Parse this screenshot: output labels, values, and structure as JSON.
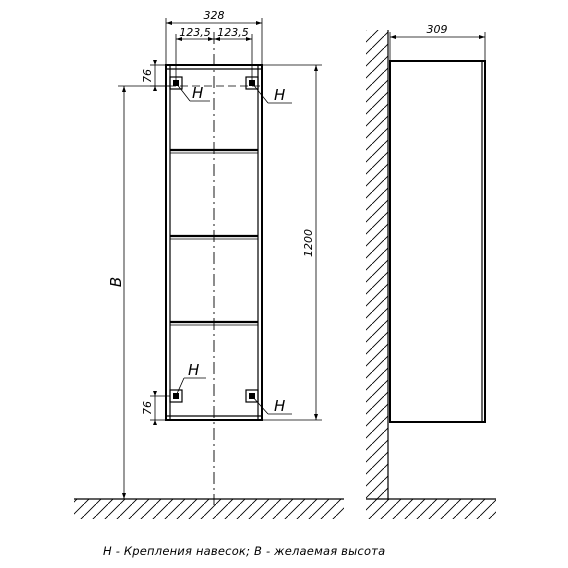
{
  "dimensions": {
    "overall_width": "328",
    "half_left": "123,5",
    "half_right": "123,5",
    "height": "1200",
    "mount_offset_top": "76",
    "mount_offset_bottom": "76",
    "variable_height": "B",
    "depth": "309"
  },
  "callouts": {
    "top_left": "H",
    "top_right": "H",
    "bottom_left": "H",
    "bottom_right": "H"
  },
  "legend": "H - Крепления навесок; B - желаемая высота"
}
